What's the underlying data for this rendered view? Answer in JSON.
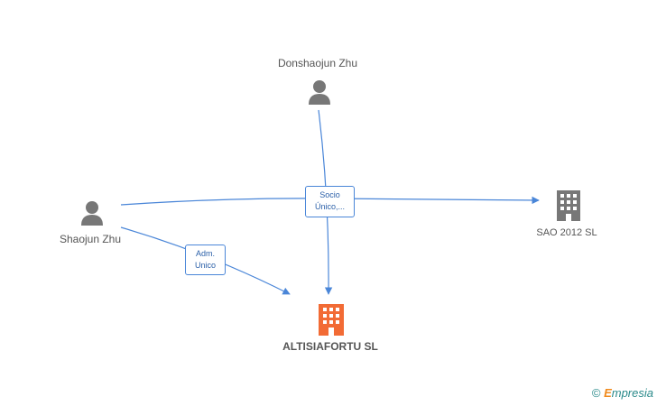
{
  "nodes": {
    "donshaojun": {
      "label": "Donshaojun Zhu",
      "kind": "person"
    },
    "shaojun": {
      "label": "Shaojun Zhu",
      "kind": "person"
    },
    "sao2012": {
      "label": "SAO 2012 SL",
      "kind": "company"
    },
    "altisiafortu": {
      "label": "ALTISIAFORTU SL",
      "kind": "company",
      "main": true
    }
  },
  "edge_labels": {
    "socio": [
      "Socio",
      "Único,..."
    ],
    "adm": [
      "Adm.",
      "Unico"
    ]
  },
  "watermark": {
    "symbol": "©",
    "brand_initial": "E",
    "brand_rest": "mpresia"
  },
  "colors": {
    "person_icon": "#777777",
    "company_icon": "#777777",
    "main_company_icon": "#f26b35",
    "edge": "#4a86d8"
  }
}
